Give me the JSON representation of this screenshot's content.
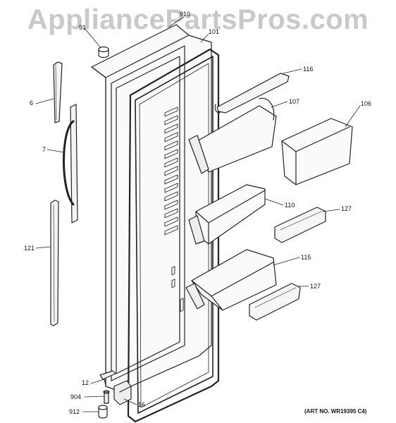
{
  "watermark": "AppliancePartsPros.com",
  "art_number": "(ART NO. WR19395 C4)",
  "callouts": {
    "c910": "910",
    "c91": "91",
    "c101": "101",
    "c116": "116",
    "c6": "6",
    "c107": "107",
    "c106": "106",
    "c7": "7",
    "c110": "110",
    "c127a": "127",
    "c121": "121",
    "c115": "115",
    "c127b": "127",
    "c12": "12",
    "c904": "904",
    "c16": "16",
    "c912": "912"
  },
  "colors": {
    "line": "#222222",
    "watermark": "#c9c9c9",
    "background": "#ffffff"
  }
}
